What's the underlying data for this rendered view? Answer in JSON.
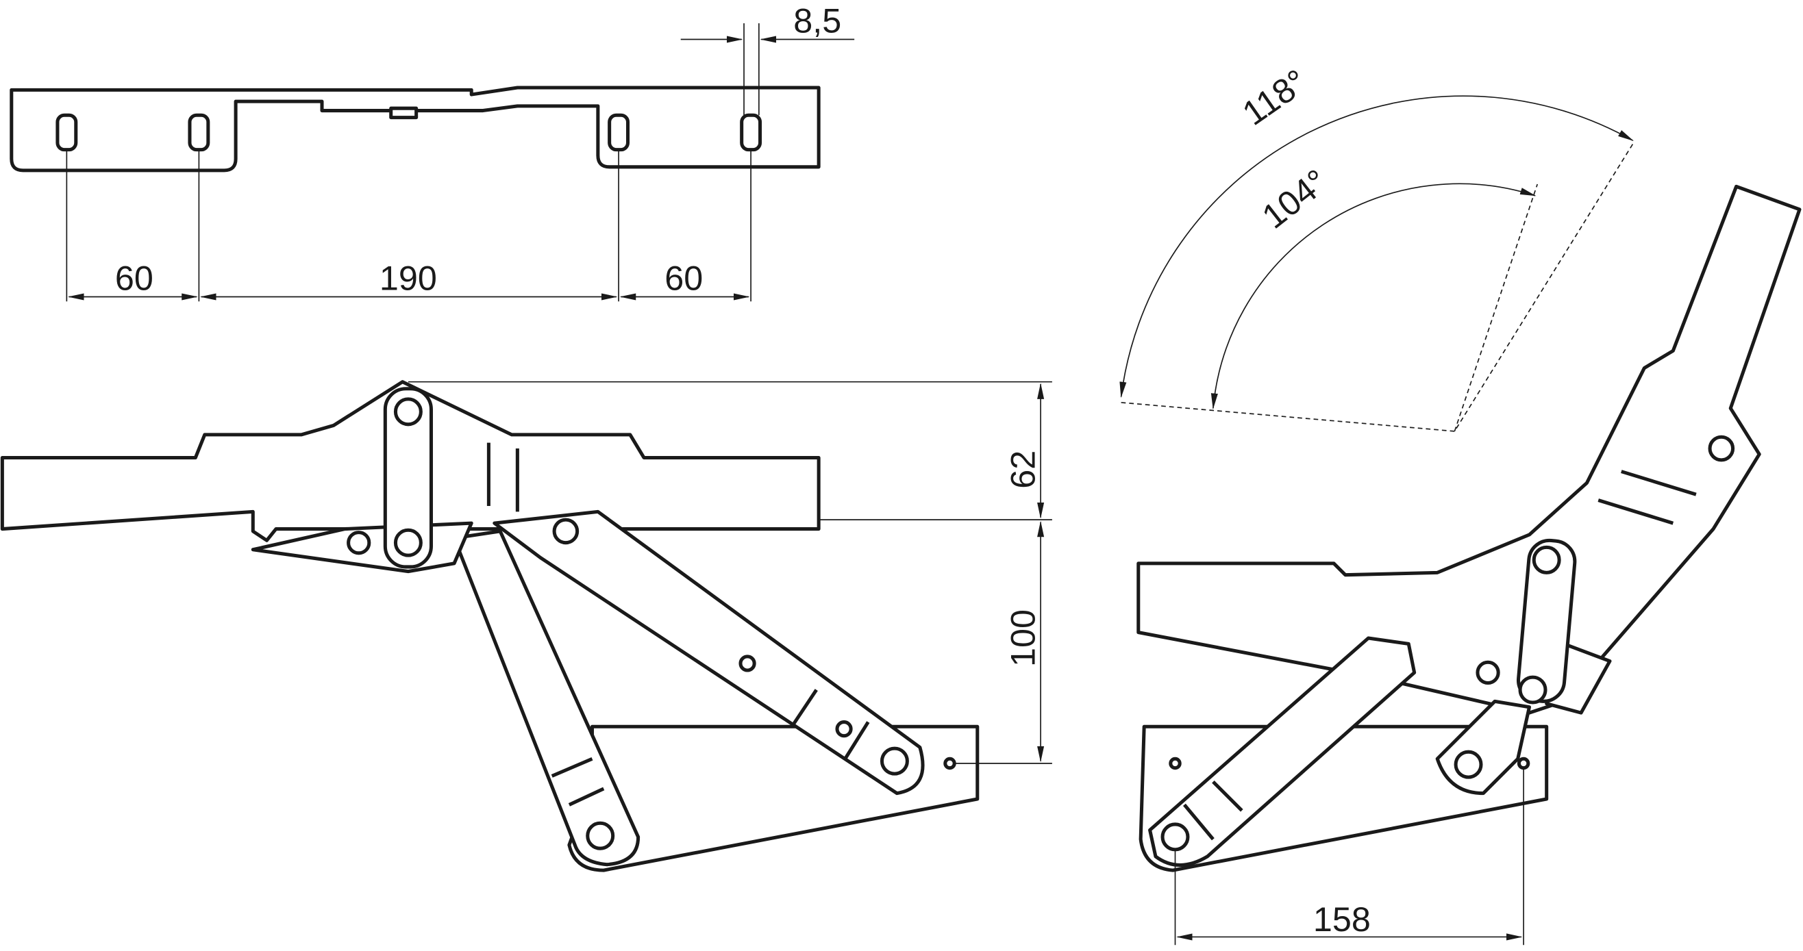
{
  "drawing": {
    "top_view": {
      "slot_width": "8,5",
      "spacing_left": "60",
      "spacing_middle": "190",
      "spacing_right": "60"
    },
    "side_view_closed": {
      "height_upper": "62",
      "height_lower": "100"
    },
    "side_view_open": {
      "angle_max": "118°",
      "angle_min": "104°",
      "width": "158"
    }
  }
}
